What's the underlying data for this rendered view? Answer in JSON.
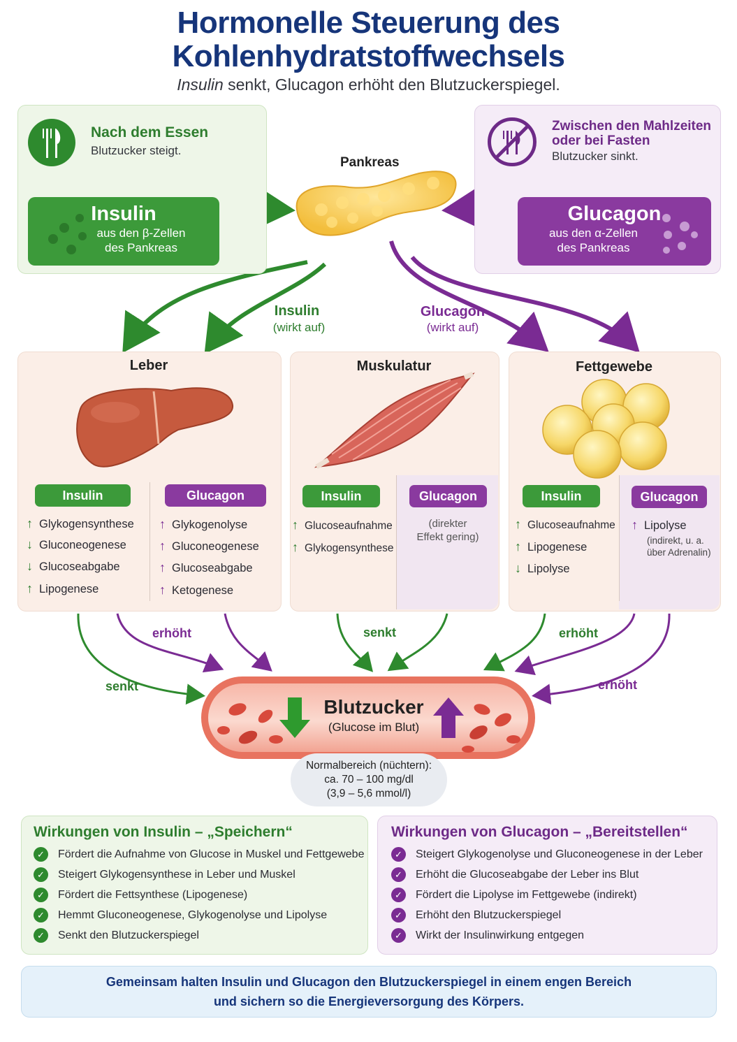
{
  "header": {
    "title_line1": "Hormonelle Steuerung des",
    "title_line2": "Kohlenhydratstoffwechsels",
    "subtitle_italic": "Insulin",
    "subtitle_rest": " senkt, Glucagon erhöht den Blutzuckerspiegel."
  },
  "after_meal": {
    "title": "Nach dem Essen",
    "subtitle": "Blutzucker steigt.",
    "hormone": "Insulin",
    "source_line1": "aus den β-Zellen",
    "source_line2": "des Pankreas"
  },
  "fasting": {
    "title_line1": "Zwischen den Mahlzeiten",
    "title_line2": "oder bei Fasten",
    "subtitle": "Blutzucker sinkt.",
    "hormone": "Glucagon",
    "source_line1": "aus den α-Zellen",
    "source_line2": "des Pankreas"
  },
  "pancreas_label": "Pankreas",
  "acts_on": {
    "insulin": "Insulin",
    "insulin_sub": "(wirkt auf)",
    "glucagon": "Glucagon",
    "glucagon_sub": "(wirkt auf)"
  },
  "organs": {
    "liver": {
      "title": "Leber",
      "insulin_label": "Insulin",
      "glucagon_label": "Glucagon",
      "insulin_effects": [
        {
          "dir": "↑",
          "text": "Glykogensynthese"
        },
        {
          "dir": "↓",
          "text": "Gluconeogenese"
        },
        {
          "dir": "↓",
          "text": "Glucoseabgabe"
        },
        {
          "dir": "↑",
          "text": "Lipogenese"
        }
      ],
      "glucagon_effects": [
        {
          "dir": "↑",
          "text": "Glykogenolyse"
        },
        {
          "dir": "↑",
          "text": "Gluconeogenese"
        },
        {
          "dir": "↑",
          "text": "Glucoseabgabe"
        },
        {
          "dir": "↑",
          "text": "Ketogenese"
        }
      ]
    },
    "muscle": {
      "title": "Muskulatur",
      "insulin_label": "Insulin",
      "glucagon_label": "Glucagon",
      "insulin_effects": [
        {
          "dir": "↑",
          "text": "Glucoseaufnahme"
        },
        {
          "dir": "↑",
          "text": "Glykogensynthese"
        }
      ],
      "glucagon_note_line1": "(direkter",
      "glucagon_note_line2": "Effekt gering)"
    },
    "fat": {
      "title": "Fettgewebe",
      "insulin_label": "Insulin",
      "glucagon_label": "Glucagon",
      "insulin_effects": [
        {
          "dir": "↑",
          "text": "Glucoseaufnahme"
        },
        {
          "dir": "↑",
          "text": "Lipogenese"
        },
        {
          "dir": "↓",
          "text": "Lipolyse"
        }
      ],
      "glucagon_effects": [
        {
          "dir": "↑",
          "text": "Lipolyse"
        }
      ],
      "glucagon_note_line1": "(indirekt, u. a.",
      "glucagon_note_line2": "über Adrenalin)"
    }
  },
  "flow_labels": {
    "erhoeht_left": "erhöht",
    "senkt_left": "senkt",
    "senkt_mid": "senkt",
    "erhoeht_right_top": "erhöht",
    "erhoeht_right": "erhöht"
  },
  "blood": {
    "title": "Blutzucker",
    "subtitle": "(Glucose im Blut)",
    "normal_line1": "Normalbereich (nüchtern):",
    "normal_line2": "ca. 70 – 100 mg/dl",
    "normal_line3": "(3,9 – 5,6 mmol/l)"
  },
  "insulin_summary": {
    "title": "Wirkungen von Insulin – „Speichern“",
    "items": [
      "Fördert die Aufnahme von Glucose in Muskel und Fettgewebe",
      "Steigert Glykogensynthese in Leber und Muskel",
      "Fördert die Fettsynthese (Lipogenese)",
      "Hemmt Gluconeogenese, Glykogenolyse und Lipolyse",
      "Senkt den Blutzuckerspiegel"
    ]
  },
  "glucagon_summary": {
    "title": "Wirkungen von Glucagon – „Bereitstellen“",
    "items": [
      "Steigert Glykogenolyse und Gluconeogenese in der Leber",
      "Erhöht die Glucoseabgabe der Leber ins Blut",
      "Fördert die Lipolyse im Fettgewebe (indirekt)",
      "Erhöht den Blutzuckerspiegel",
      "Wirkt der Insulinwirkung entgegen"
    ]
  },
  "footer": {
    "line1": "Gemeinsam halten Insulin und Glucagon den Blutzuckerspiegel in einem engen Bereich",
    "line2": "und sichern so die Energieversorgung des Körpers."
  },
  "colors": {
    "insulin_green": "#3c9a3a",
    "glucagon_purple": "#8a3a9f",
    "title_blue": "#16357a"
  }
}
